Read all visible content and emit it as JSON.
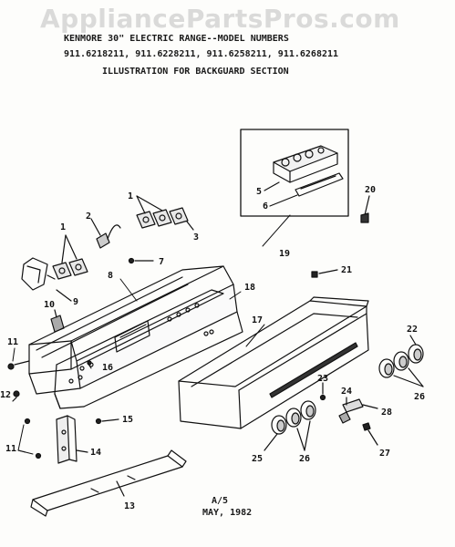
{
  "watermark": "AppliancePartsPros.com",
  "header": {
    "line1": "KENMORE 30\" ELECTRIC RANGE--MODEL NUMBERS",
    "line2": "911.6218211, 911.6228211, 911.6258211, 911.6268211",
    "line3": "ILLUSTRATION FOR BACKGUARD SECTION"
  },
  "footer": {
    "code": "A/5",
    "date": "MAY, 1982"
  },
  "callouts": {
    "n1a": "1",
    "n1b": "1",
    "n2": "2",
    "n3": "3",
    "n5": "5",
    "n6": "6",
    "n7": "7",
    "n8": "8",
    "n9": "9",
    "n10": "10",
    "n11a": "11",
    "n11b": "11",
    "n12": "12",
    "n13": "13",
    "n14": "14",
    "n15": "15",
    "n16": "16",
    "n17": "17",
    "n18": "18",
    "n19": "19",
    "n20": "20",
    "n21": "21",
    "n22": "22",
    "n23": "23",
    "n24": "24",
    "n25": "25",
    "n26a": "26",
    "n26b": "26",
    "n27": "27",
    "n28": "28"
  }
}
